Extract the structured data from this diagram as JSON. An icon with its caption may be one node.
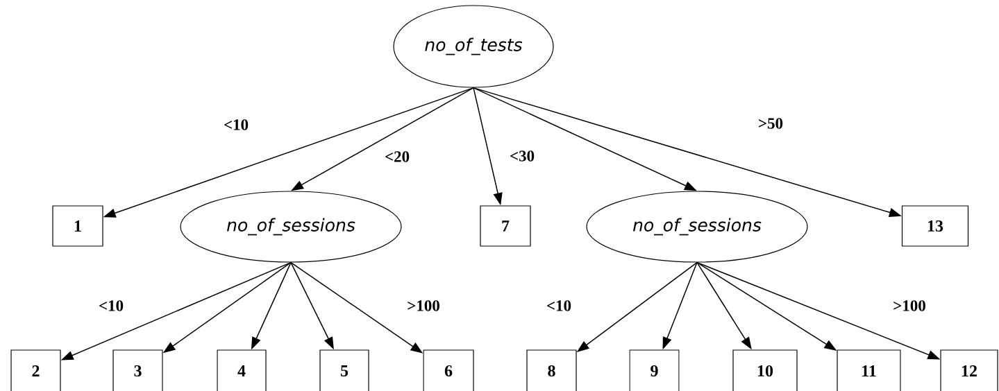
{
  "diagram": {
    "nodes": [
      {
        "text": [
          "no_of_tests"
        ]
      },
      {
        "text": [
          "1"
        ]
      },
      {
        "text": [
          "no_of_sessions"
        ]
      },
      {
        "text": [
          "7"
        ]
      },
      {
        "text": [
          "no_of_sessions"
        ]
      },
      {
        "text": [
          "13"
        ]
      },
      {
        "text": [
          "2"
        ]
      },
      {
        "text": [
          "3"
        ]
      },
      {
        "text": [
          "4"
        ]
      },
      {
        "text": [
          "5"
        ]
      },
      {
        "text": [
          "6"
        ]
      },
      {
        "text": [
          "8"
        ]
      },
      {
        "text": [
          "9"
        ]
      },
      {
        "text": [
          "10"
        ]
      },
      {
        "text": [
          "11"
        ]
      },
      {
        "text": [
          "12"
        ]
      }
    ],
    "edges": [
      {
        "from": 0,
        "to": 1,
        "arrow": "to",
        "label": "<10"
      },
      {
        "from": 0,
        "to": 2,
        "arrow": "to",
        "label": "<20"
      },
      {
        "from": 0,
        "to": 3,
        "arrow": "to",
        "label": "<30"
      },
      {
        "from": 0,
        "to": 4,
        "arrow": "to"
      },
      {
        "from": 0,
        "to": 5,
        "arrow": "to",
        "label": ">50"
      },
      {
        "from": 2,
        "to": 6,
        "arrow": "to",
        "label": "<10"
      },
      {
        "from": 2,
        "to": 7,
        "arrow": "to"
      },
      {
        "from": 2,
        "to": 8,
        "arrow": "to"
      },
      {
        "from": 2,
        "to": 9,
        "arrow": "to"
      },
      {
        "from": 2,
        "to": 10,
        "arrow": "to",
        "label": ">100"
      },
      {
        "from": 4,
        "to": 11,
        "arrow": "to",
        "label": "<10"
      },
      {
        "from": 4,
        "to": 12,
        "arrow": "to"
      },
      {
        "from": 4,
        "to": 13,
        "arrow": "to"
      },
      {
        "from": 4,
        "to": 14,
        "arrow": "to"
      },
      {
        "from": 4,
        "to": 15,
        "arrow": "to",
        "label": ">100"
      }
    ]
  }
}
